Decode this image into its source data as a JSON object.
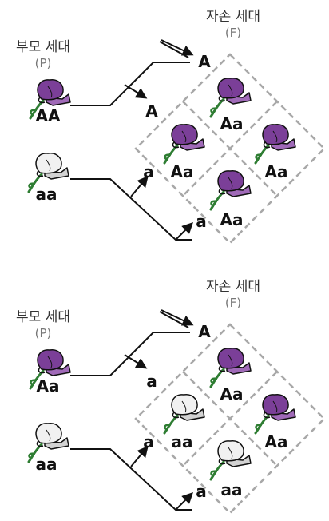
{
  "colors": {
    "purple": "#7b3f98",
    "purple_light": "#a06ab8",
    "white": "#f1f1f1",
    "white_shade": "#d2d2d2",
    "stem": "#2e7d32",
    "grid": "#a8a8a8"
  },
  "cross1": {
    "parent_label": "부모 세대",
    "parent_paren": "(P)",
    "offspring_label": "자손 세대",
    "offspring_paren": "(F)",
    "parent1": {
      "genotype": "AA",
      "flower": "purple"
    },
    "parent2": {
      "genotype": "aa",
      "flower": "white"
    },
    "gametes_top": [
      "A",
      "A"
    ],
    "gametes_bottom": [
      "a",
      "a"
    ],
    "offspring": [
      {
        "genotype": "Aa",
        "flower": "purple"
      },
      {
        "genotype": "Aa",
        "flower": "purple"
      },
      {
        "genotype": "Aa",
        "flower": "purple"
      },
      {
        "genotype": "Aa",
        "flower": "purple"
      }
    ]
  },
  "cross2": {
    "parent_label": "부모 세대",
    "parent_paren": "(P)",
    "offspring_label": "자손 세대",
    "offspring_paren": "(F)",
    "parent1": {
      "genotype": "Aa",
      "flower": "purple"
    },
    "parent2": {
      "genotype": "aa",
      "flower": "white"
    },
    "gametes_top": [
      "A",
      "a"
    ],
    "gametes_bottom": [
      "a",
      "a"
    ],
    "offspring": [
      {
        "genotype": "Aa",
        "flower": "purple"
      },
      {
        "genotype": "aa",
        "flower": "white"
      },
      {
        "genotype": "Aa",
        "flower": "purple"
      },
      {
        "genotype": "aa",
        "flower": "white"
      }
    ]
  }
}
